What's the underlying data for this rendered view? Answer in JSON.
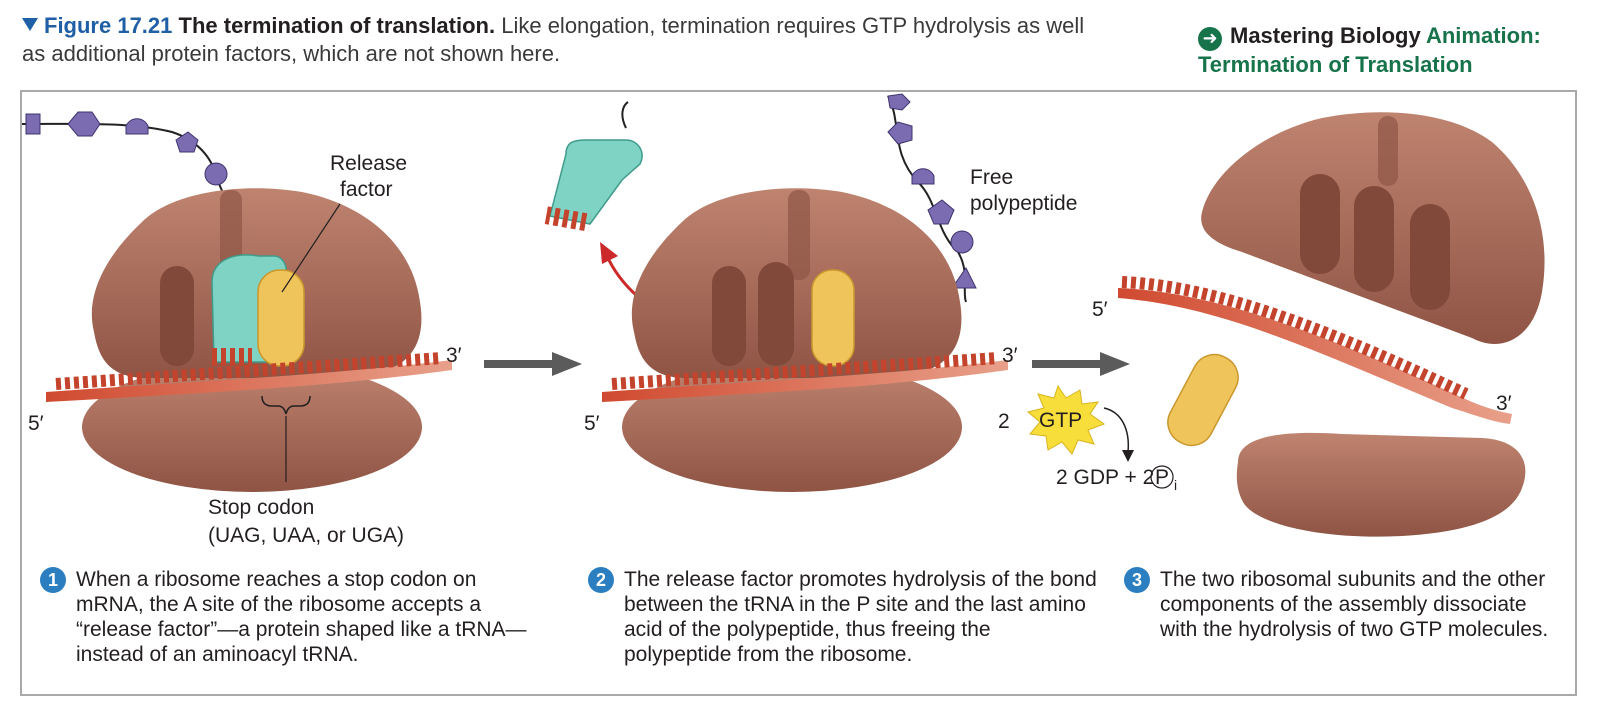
{
  "header": {
    "figure_label": "Figure 17.21",
    "title": "The termination of translation.",
    "caption": "Like elongation, termination requires GTP hydrolysis as well as additional protein factors, which are not shown here."
  },
  "mastering": {
    "brand": "Mastering Biology",
    "animation_line1": "Animation:",
    "animation_line2": "Termination of Translation"
  },
  "labels": {
    "release_factor_1": "Release",
    "release_factor_2": "factor",
    "free_polypeptide_1": "Free",
    "free_polypeptide_2": "polypeptide",
    "stop_codon_1": "Stop codon",
    "stop_codon_2": "(UAG, UAA, or UGA)",
    "five_prime": "5′",
    "three_prime": "3′",
    "gtp_count": "2",
    "gtp": "GTP",
    "gdp_text": "2 GDP + 2",
    "pi_p": "P",
    "pi_i": "i"
  },
  "steps": [
    {
      "number": "1",
      "text": "When a ribosome reaches a stop codon on mRNA, the A site of the ribosome accepts a “release factor”—a protein shaped like a tRNA—instead of an aminoacyl tRNA."
    },
    {
      "number": "2",
      "text": "The release factor promotes hydrolysis of the bond between the tRNA in the P site and the last amino acid of the polypeptide, thus freeing the polypeptide from the ribosome."
    },
    {
      "number": "3",
      "text": "The two ribosomal subunits and the other components of the assembly dissociate with the hydrolysis of two GTP molecules."
    }
  ],
  "colors": {
    "ribosome": "#a86a55",
    "mrna": "#c4432c",
    "trna": "#7fd3c4",
    "release_factor": "#efc45a",
    "amino_acid": "#7b6bb0",
    "gtp_burst": "#f7de3a",
    "arrow": "#5b5b5b",
    "red_arrow": "#cc2a2a",
    "step_circle": "#2b7fc0",
    "figure_label": "#1f5fa6",
    "animation": "#17734a"
  }
}
